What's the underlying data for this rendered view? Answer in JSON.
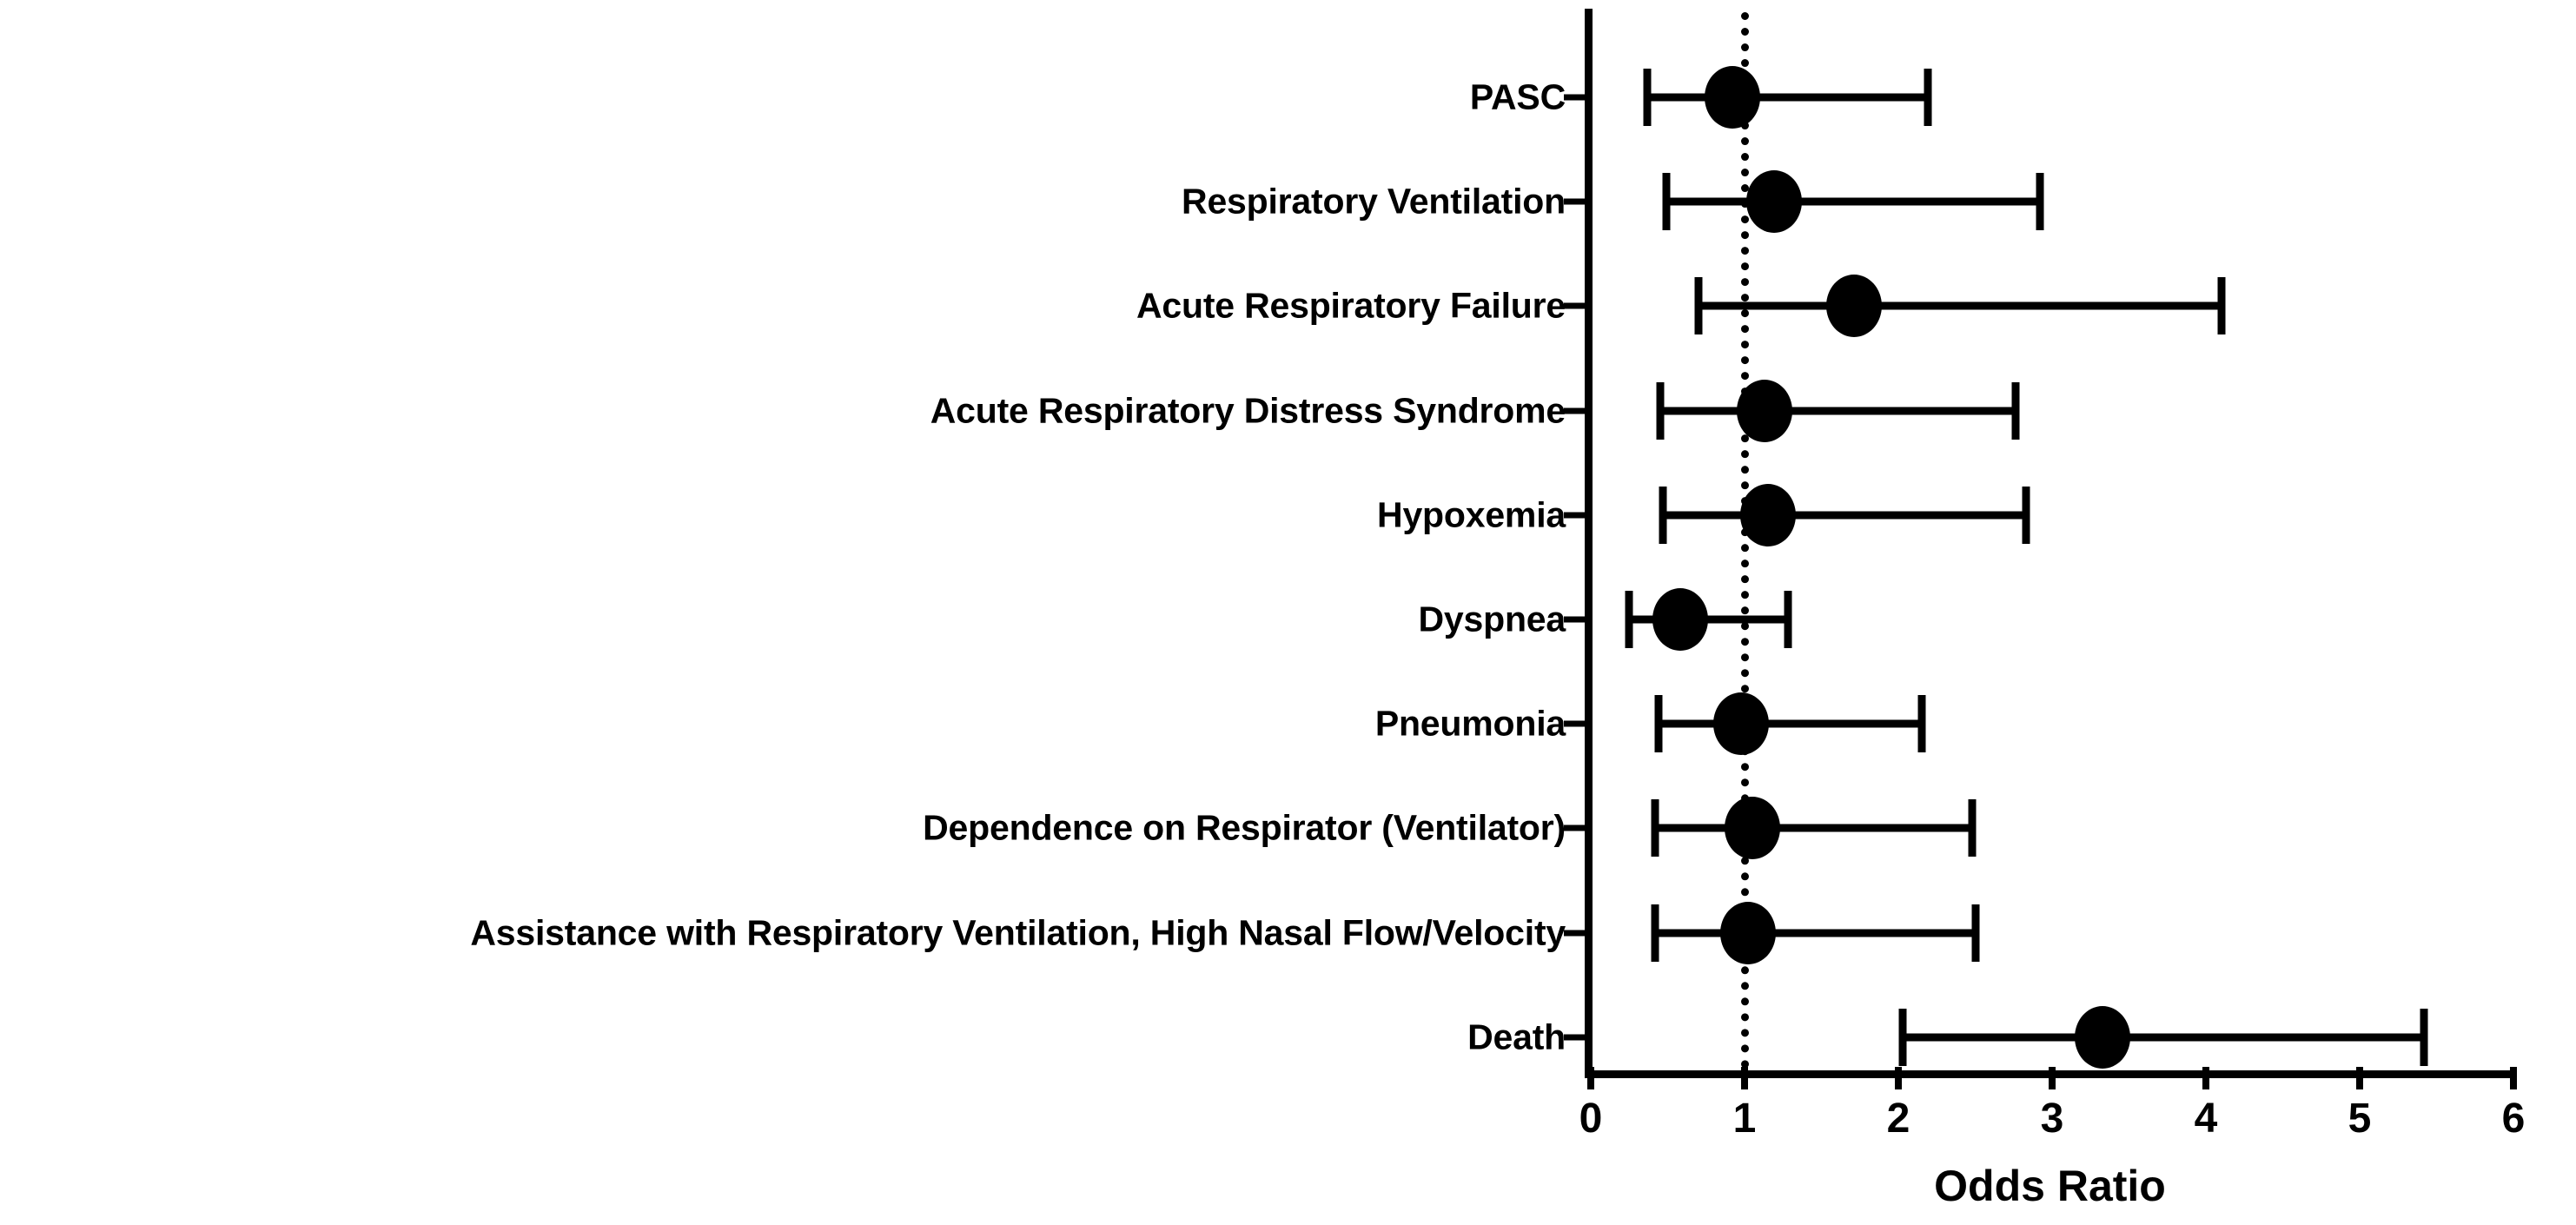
{
  "chart_data": {
    "type": "scatter",
    "plot_style": "forest-plot",
    "title": "",
    "xlabel": "Odds Ratio",
    "ylabel": "",
    "xlim": [
      0,
      6
    ],
    "xticks": [
      0,
      1,
      2,
      3,
      4,
      5,
      6
    ],
    "xtick_labels": [
      "0",
      "1",
      "2",
      "3",
      "4",
      "5",
      "6"
    ],
    "grid": false,
    "legend": null,
    "reference_line": {
      "value": 1,
      "style": "dotted",
      "color": "#000000"
    },
    "marker": {
      "shape": "circle",
      "color": "#000000"
    },
    "categories": [
      "PASC",
      "Respiratory Ventilation",
      "Acute Respiratory Failure",
      "Acute Respiratory Distress Syndrome",
      "Hypoxemia",
      "Dyspnea",
      "Pneumonia",
      "Dependence on Respirator (Ventilator)",
      "Assistance with Respiratory Ventilation, High Nasal Flow/Velocity",
      "Death"
    ],
    "points": [
      {
        "label": "PASC",
        "or": 0.92,
        "ci_low": 0.37,
        "ci_high": 2.19
      },
      {
        "label": "Respiratory Ventilation",
        "or": 1.19,
        "ci_low": 0.49,
        "ci_high": 2.92
      },
      {
        "label": "Acute Respiratory Failure",
        "or": 1.71,
        "ci_low": 0.7,
        "ci_high": 4.1
      },
      {
        "label": "Acute Respiratory Distress Syndrome",
        "or": 1.13,
        "ci_low": 0.45,
        "ci_high": 2.76
      },
      {
        "label": "Hypoxemia",
        "or": 1.15,
        "ci_low": 0.47,
        "ci_high": 2.83
      },
      {
        "label": "Dyspnea",
        "or": 0.58,
        "ci_low": 0.25,
        "ci_high": 1.28
      },
      {
        "label": "Pneumonia",
        "or": 0.98,
        "ci_low": 0.44,
        "ci_high": 2.15
      },
      {
        "label": "Dependence on Respirator (Ventilator)",
        "or": 1.05,
        "ci_low": 0.42,
        "ci_high": 2.48
      },
      {
        "label": "Assistance with Respiratory Ventilation, High Nasal Flow/Velocity",
        "or": 1.02,
        "ci_low": 0.42,
        "ci_high": 2.5
      },
      {
        "label": "Death",
        "or": 3.33,
        "ci_low": 2.03,
        "ci_high": 5.42
      }
    ]
  },
  "axis": {
    "x_title": "Odds Ratio"
  }
}
